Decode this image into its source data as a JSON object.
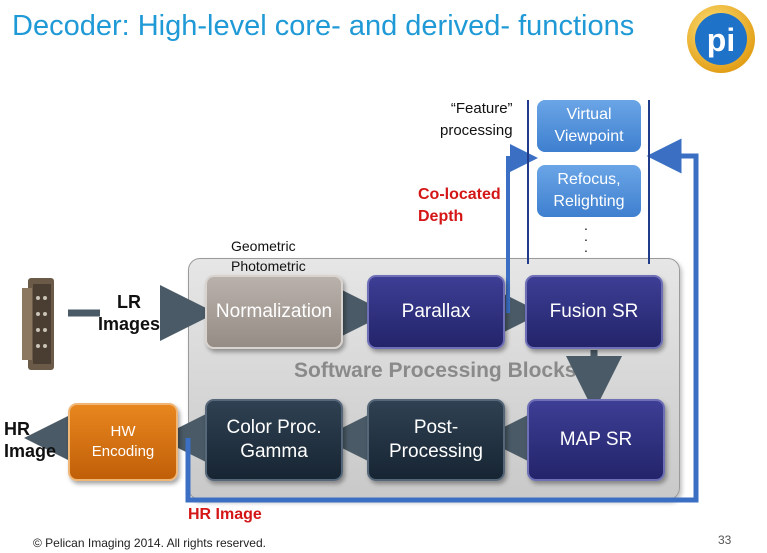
{
  "title": "Decoder: High-level core- and derived- functions",
  "logo_text": "pi",
  "colors": {
    "title": "#1f9ad6",
    "navy_block": "#2d2e80",
    "dark_block": "#1f2f3f",
    "gray_block": "#a69d97",
    "orange_block": "#d9731a",
    "feature_block": "#5594dc",
    "arrow_blue": "#3b6fc4",
    "red_label": "#d41616"
  },
  "labels": {
    "lr_images": "LR\nImages",
    "hr_image_left": "HR\nImage",
    "geometric_photometric": "Geometric\nPhotometric",
    "feature_processing": "“Feature”\nprocessing",
    "colocated_depth": "Co-located\nDepth",
    "hr_image_bottom": "HR Image",
    "software_processing_blocks": "Software Processing Blocks",
    "dots": ".\n.\n."
  },
  "blocks": {
    "normalization": "Normalization",
    "parallax": "Parallax",
    "fusion_sr": "Fusion SR",
    "map_sr": "MAP SR",
    "post_processing": "Post-\nProcessing",
    "color_proc": "Color Proc.\nGamma",
    "hw_encoding": "HW\nEncoding",
    "virtual_viewpoint": "Virtual\nViewpoint",
    "refocus": "Refocus,\nRelighting"
  },
  "icons": {
    "camera_array": "camera-array-icon"
  },
  "footer": "© Pelican Imaging 2014. All rights reserved.",
  "page_number": "33"
}
